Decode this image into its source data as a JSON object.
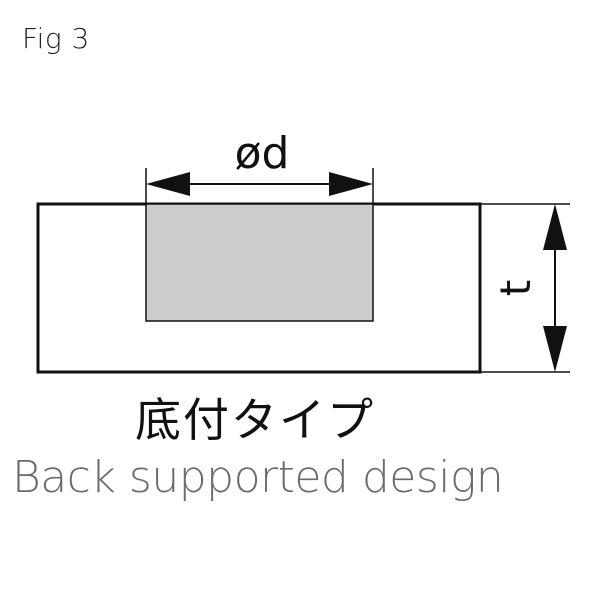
{
  "figure": {
    "label": "Fig 3",
    "diameter_label": "ød",
    "thickness_label": "t",
    "caption_jp": "底付タイプ",
    "caption_en": "Back supported design"
  },
  "colors": {
    "outline": "#111111",
    "cavity_fill": "#cccccc",
    "caption_en": "#6b6b6b"
  }
}
